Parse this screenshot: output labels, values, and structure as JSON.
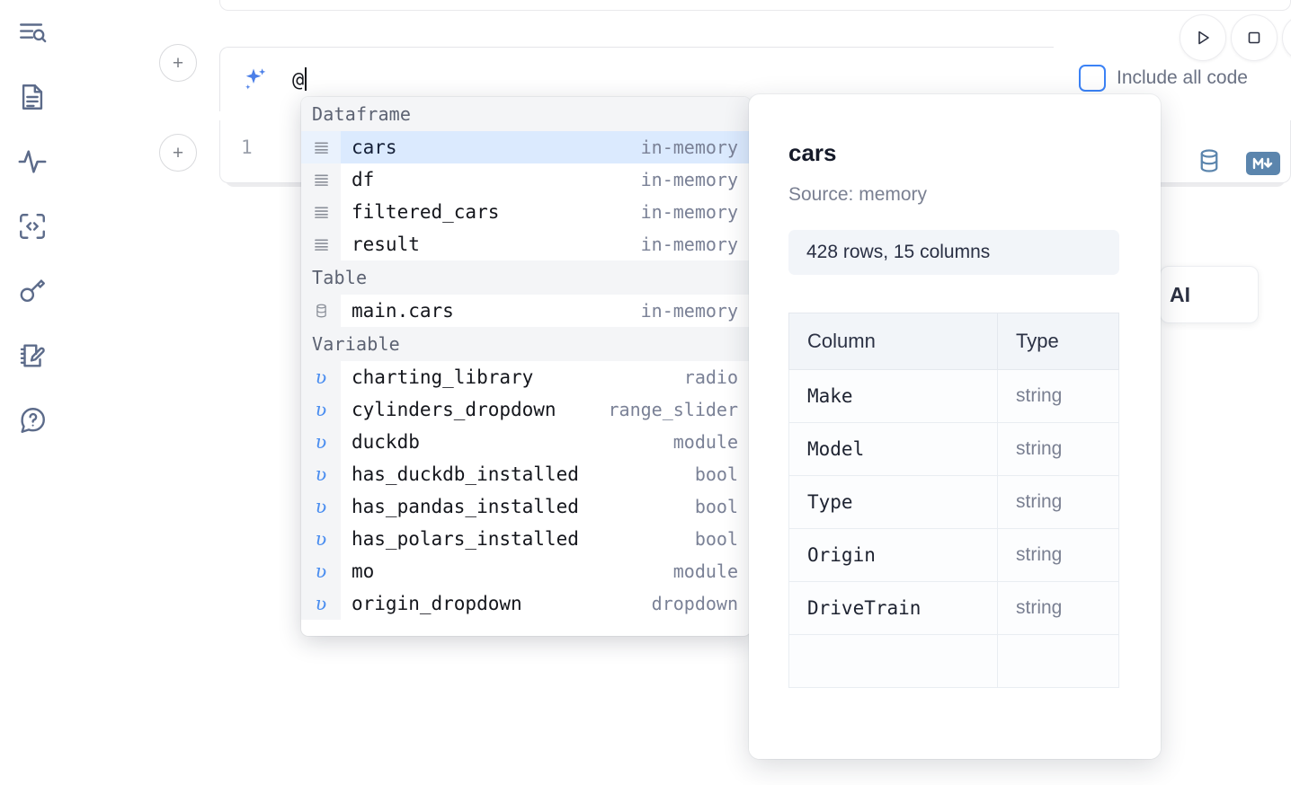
{
  "sidebar": {
    "items": [
      {
        "name": "explore-outline-icon",
        "label": "Outline / search"
      },
      {
        "name": "document-icon",
        "label": "Notebook file"
      },
      {
        "name": "activity-pulse-icon",
        "label": "Runtime activity"
      },
      {
        "name": "code-snippet-icon",
        "label": "Snippets"
      },
      {
        "name": "key-icon",
        "label": "Secrets"
      },
      {
        "name": "scratchpad-icon",
        "label": "Scratchpad"
      },
      {
        "name": "help-chat-icon",
        "label": "Help"
      }
    ]
  },
  "toolbar": {
    "run_label": "Run",
    "stop_label": "Interrupt",
    "include_all_code_label": "Include all code",
    "include_all_code_checked": false,
    "add_cell_label": "+"
  },
  "ai_prompt": {
    "icon": "sparkles-icon",
    "value": "@",
    "caret_visible": true
  },
  "code_cell": {
    "line_number": "1",
    "icons": [
      {
        "name": "database-icon",
        "label": "SQL cell"
      },
      {
        "name": "markdown-icon",
        "label": "M"
      }
    ]
  },
  "ai_chip": {
    "label": "AI"
  },
  "autocomplete": {
    "groups": [
      {
        "label": "Dataframe",
        "items": [
          {
            "icon": "dataframe-icon",
            "name": "cars",
            "type": "in-memory",
            "selected": true
          },
          {
            "icon": "dataframe-icon",
            "name": "df",
            "type": "in-memory",
            "selected": false
          },
          {
            "icon": "dataframe-icon",
            "name": "filtered_cars",
            "type": "in-memory",
            "selected": false
          },
          {
            "icon": "dataframe-icon",
            "name": "result",
            "type": "in-memory",
            "selected": false
          }
        ]
      },
      {
        "label": "Table",
        "items": [
          {
            "icon": "table-icon",
            "name": "main.cars",
            "type": "in-memory",
            "selected": false
          }
        ]
      },
      {
        "label": "Variable",
        "items": [
          {
            "icon": "variable-icon",
            "name": "charting_library",
            "type": "radio",
            "selected": false
          },
          {
            "icon": "variable-icon",
            "name": "cylinders_dropdown",
            "type": "range_slider",
            "selected": false
          },
          {
            "icon": "variable-icon",
            "name": "duckdb",
            "type": "module",
            "selected": false
          },
          {
            "icon": "variable-icon",
            "name": "has_duckdb_installed",
            "type": "bool",
            "selected": false
          },
          {
            "icon": "variable-icon",
            "name": "has_pandas_installed",
            "type": "bool",
            "selected": false
          },
          {
            "icon": "variable-icon",
            "name": "has_polars_installed",
            "type": "bool",
            "selected": false
          },
          {
            "icon": "variable-icon",
            "name": "mo",
            "type": "module",
            "selected": false
          },
          {
            "icon": "variable-icon",
            "name": "origin_dropdown",
            "type": "dropdown",
            "selected": false
          }
        ]
      }
    ]
  },
  "preview": {
    "title": "cars",
    "source": "Source: memory",
    "stats": "428 rows, 15 columns",
    "columns_header": "Column",
    "type_header": "Type",
    "rows": [
      {
        "column": "Make",
        "type": "string"
      },
      {
        "column": "Model",
        "type": "string"
      },
      {
        "column": "Type",
        "type": "string"
      },
      {
        "column": "Origin",
        "type": "string"
      },
      {
        "column": "DriveTrain",
        "type": "string"
      }
    ]
  },
  "colors": {
    "accent": "#3b82f6",
    "selection": "#dbeafe",
    "icon_muted": "#5c6b8a",
    "text_muted": "#7a8092",
    "sql_icon": "#5b85ad"
  }
}
